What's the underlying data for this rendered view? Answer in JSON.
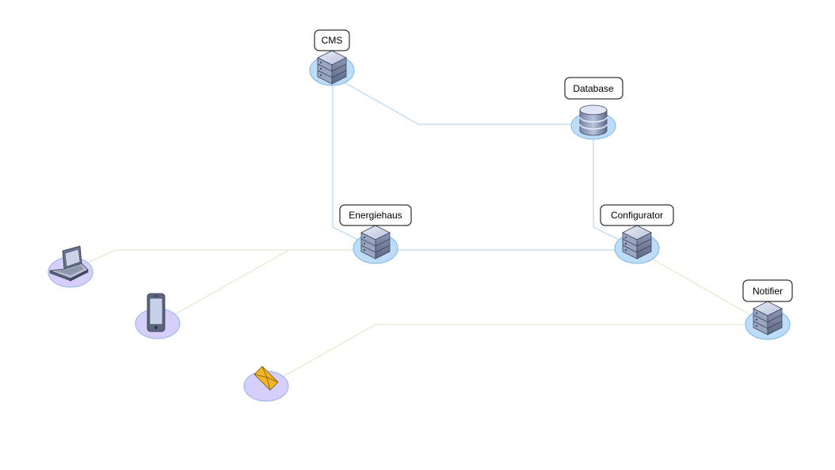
{
  "nodes": [
    {
      "id": "cms",
      "label": "CMS",
      "icon": "server-icon"
    },
    {
      "id": "database",
      "label": "Database",
      "icon": "database-icon"
    },
    {
      "id": "energiehaus",
      "label": "Energiehaus",
      "icon": "server-icon"
    },
    {
      "id": "configurator",
      "label": "Configurator",
      "icon": "server-icon"
    },
    {
      "id": "notifier",
      "label": "Notifier",
      "icon": "server-icon"
    },
    {
      "id": "laptop",
      "label": "",
      "icon": "laptop-icon"
    },
    {
      "id": "phone",
      "label": "",
      "icon": "smartphone-icon"
    },
    {
      "id": "email",
      "label": "",
      "icon": "envelope-icon"
    }
  ],
  "edges": [
    {
      "from": "cms",
      "to": "database"
    },
    {
      "from": "cms",
      "to": "energiehaus"
    },
    {
      "from": "database",
      "to": "configurator"
    },
    {
      "from": "energiehaus",
      "to": "configurator"
    },
    {
      "from": "configurator",
      "to": "notifier"
    },
    {
      "from": "laptop",
      "to": "energiehaus"
    },
    {
      "from": "phone",
      "to": "energiehaus"
    },
    {
      "from": "email",
      "to": "notifier"
    }
  ],
  "colors": {
    "server_link": "#a9d0f5",
    "client_link": "#e6e0c2",
    "server_base": "#bcdcf7",
    "server_base_stroke": "#7fb6e8",
    "client_base": "#d6cffc",
    "client_base_stroke": "#8fb6e8"
  }
}
